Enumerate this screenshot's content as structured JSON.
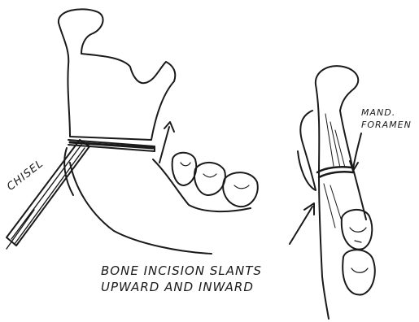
{
  "labels": {
    "chisel": "CHISEL",
    "caption_line1": "BONE INCISION SLANTS",
    "caption_line2": "UPWARD AND INWARD",
    "foramen_line1": "MAND.",
    "foramen_line2": "FORAMEN"
  },
  "colors": {
    "ink": "#1a1a1a",
    "paper": "#ffffff"
  }
}
